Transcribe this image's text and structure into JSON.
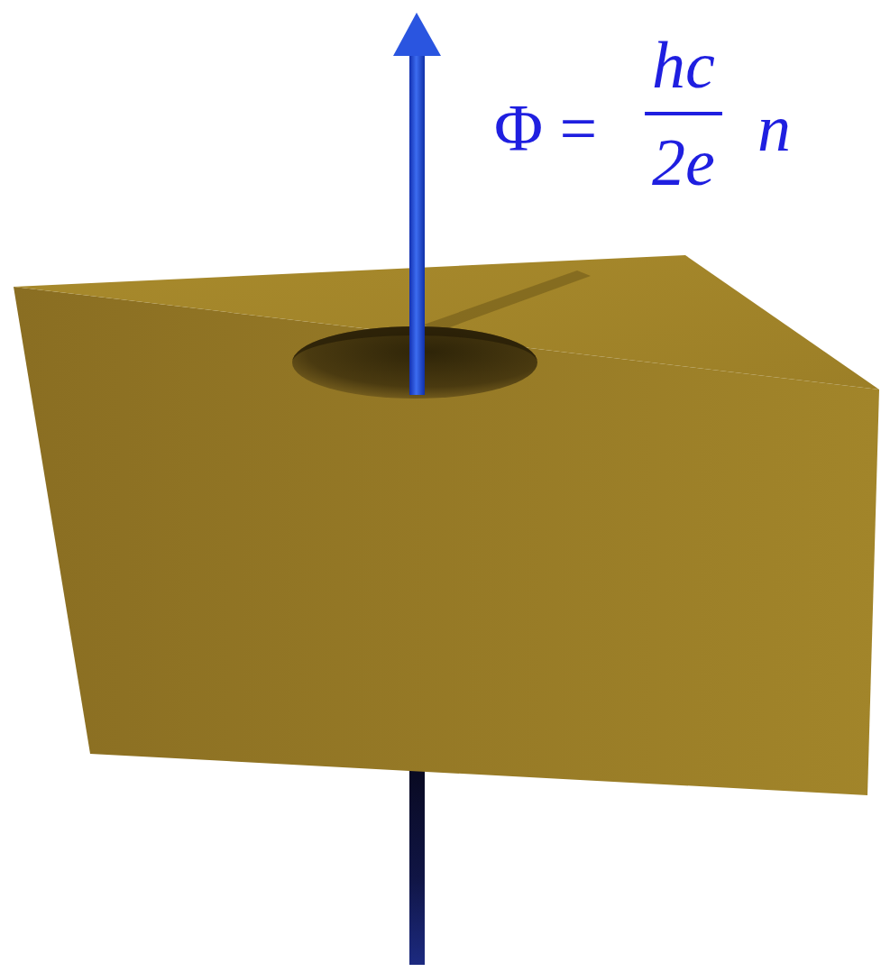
{
  "diagram": {
    "labels": [
      "Φ =",
      "hc",
      "2e",
      "n"
    ]
  }
}
